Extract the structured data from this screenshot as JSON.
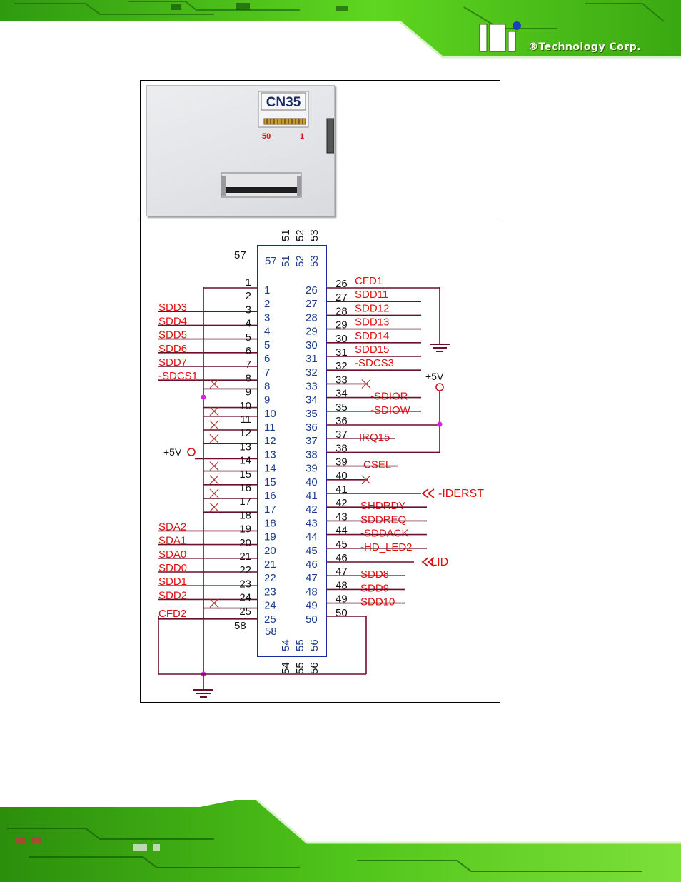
{
  "brand": {
    "name": "®Technology Corp.",
    "logo_letters": "iEi"
  },
  "photo": {
    "connector_label": "CN35",
    "pin_left": "50",
    "pin_right": "1"
  },
  "schematic": {
    "top_pins": [
      "51",
      "52",
      "53"
    ],
    "bottom_pins": [
      "54",
      "55",
      "56"
    ],
    "pin57": "57",
    "pin58": "58",
    "power_label": "+5V",
    "left_pins": [
      {
        "outer": "1",
        "inner": "1",
        "signal": "",
        "nc": false
      },
      {
        "outer": "2",
        "inner": "2",
        "signal": "SDD3",
        "nc": false
      },
      {
        "outer": "3",
        "inner": "3",
        "signal": "SDD4",
        "nc": false
      },
      {
        "outer": "4",
        "inner": "4",
        "signal": "SDD5",
        "nc": false
      },
      {
        "outer": "5",
        "inner": "5",
        "signal": "SDD6",
        "nc": false
      },
      {
        "outer": "6",
        "inner": "6",
        "signal": "SDD7",
        "nc": false
      },
      {
        "outer": "7",
        "inner": "7",
        "signal": "-SDCS1",
        "nc": false
      },
      {
        "outer": "8",
        "inner": "8",
        "signal": "",
        "nc": true
      },
      {
        "outer": "9",
        "inner": "9",
        "signal": "",
        "nc": false
      },
      {
        "outer": "10",
        "inner": "10",
        "signal": "",
        "nc": true
      },
      {
        "outer": "11",
        "inner": "11",
        "signal": "",
        "nc": true
      },
      {
        "outer": "12",
        "inner": "12",
        "signal": "",
        "nc": true
      },
      {
        "outer": "13",
        "inner": "13",
        "signal": "",
        "nc": false
      },
      {
        "outer": "14",
        "inner": "14",
        "signal": "",
        "nc": true
      },
      {
        "outer": "15",
        "inner": "15",
        "signal": "",
        "nc": true
      },
      {
        "outer": "16",
        "inner": "16",
        "signal": "",
        "nc": true
      },
      {
        "outer": "17",
        "inner": "17",
        "signal": "",
        "nc": true
      },
      {
        "outer": "18",
        "inner": "18",
        "signal": "SDA2",
        "nc": false
      },
      {
        "outer": "19",
        "inner": "19",
        "signal": "SDA1",
        "nc": false
      },
      {
        "outer": "20",
        "inner": "20",
        "signal": "SDA0",
        "nc": false
      },
      {
        "outer": "21",
        "inner": "21",
        "signal": "SDD0",
        "nc": false
      },
      {
        "outer": "22",
        "inner": "22",
        "signal": "SDD1",
        "nc": false
      },
      {
        "outer": "23",
        "inner": "23",
        "signal": "SDD2",
        "nc": false
      },
      {
        "outer": "24",
        "inner": "24",
        "signal": "",
        "nc": true
      },
      {
        "outer": "25",
        "inner": "25",
        "signal": "CFD2",
        "nc": false
      }
    ],
    "right_pins": [
      {
        "outer": "26",
        "inner": "26",
        "signal": "CFD1",
        "nc": false
      },
      {
        "outer": "27",
        "inner": "27",
        "signal": "SDD11",
        "nc": false
      },
      {
        "outer": "28",
        "inner": "28",
        "signal": "SDD12",
        "nc": false
      },
      {
        "outer": "29",
        "inner": "29",
        "signal": "SDD13",
        "nc": false
      },
      {
        "outer": "30",
        "inner": "30",
        "signal": "SDD14",
        "nc": false
      },
      {
        "outer": "31",
        "inner": "31",
        "signal": "SDD15",
        "nc": false
      },
      {
        "outer": "32",
        "inner": "32",
        "signal": "-SDCS3",
        "nc": false
      },
      {
        "outer": "33",
        "inner": "33",
        "signal": "",
        "nc": true
      },
      {
        "outer": "34",
        "inner": "34",
        "signal": "-SDIOR",
        "nc": false
      },
      {
        "outer": "35",
        "inner": "35",
        "signal": "-SDIOW",
        "nc": false
      },
      {
        "outer": "36",
        "inner": "36",
        "signal": "",
        "nc": false
      },
      {
        "outer": "37",
        "inner": "37",
        "signal": "IRQ15",
        "nc": false
      },
      {
        "outer": "38",
        "inner": "38",
        "signal": "",
        "nc": false
      },
      {
        "outer": "39",
        "inner": "39",
        "signal": "CSEL",
        "nc": false
      },
      {
        "outer": "40",
        "inner": "40",
        "signal": "",
        "nc": true
      },
      {
        "outer": "41",
        "inner": "41",
        "signal": "",
        "nc": false
      },
      {
        "outer": "42",
        "inner": "42",
        "signal": "SHDRDY",
        "nc": false
      },
      {
        "outer": "43",
        "inner": "43",
        "signal": "SDDREQ",
        "nc": false
      },
      {
        "outer": "44",
        "inner": "44",
        "signal": "-SDDACK",
        "nc": false
      },
      {
        "outer": "45",
        "inner": "45",
        "signal": "-HD_LED2",
        "nc": false
      },
      {
        "outer": "46",
        "inner": "46",
        "signal": "",
        "nc": false
      },
      {
        "outer": "47",
        "inner": "47",
        "signal": "SDD8",
        "nc": false
      },
      {
        "outer": "48",
        "inner": "48",
        "signal": "SDD9",
        "nc": false
      },
      {
        "outer": "49",
        "inner": "49",
        "signal": "SDD10",
        "nc": false
      },
      {
        "outer": "50",
        "inner": "50",
        "signal": "",
        "nc": false
      }
    ],
    "offpage_inputs": [
      {
        "label": "-IDERST",
        "pin": "41"
      },
      {
        "label": "-LID",
        "pin": "46"
      }
    ],
    "colors": {
      "wire": "#6b0f2a",
      "label": "#e01010",
      "pin_number": "#1a3c8c",
      "junction": "#e020e0",
      "connector_box": "#1a2aa0",
      "pcb_green": "#3fbf1a"
    }
  }
}
